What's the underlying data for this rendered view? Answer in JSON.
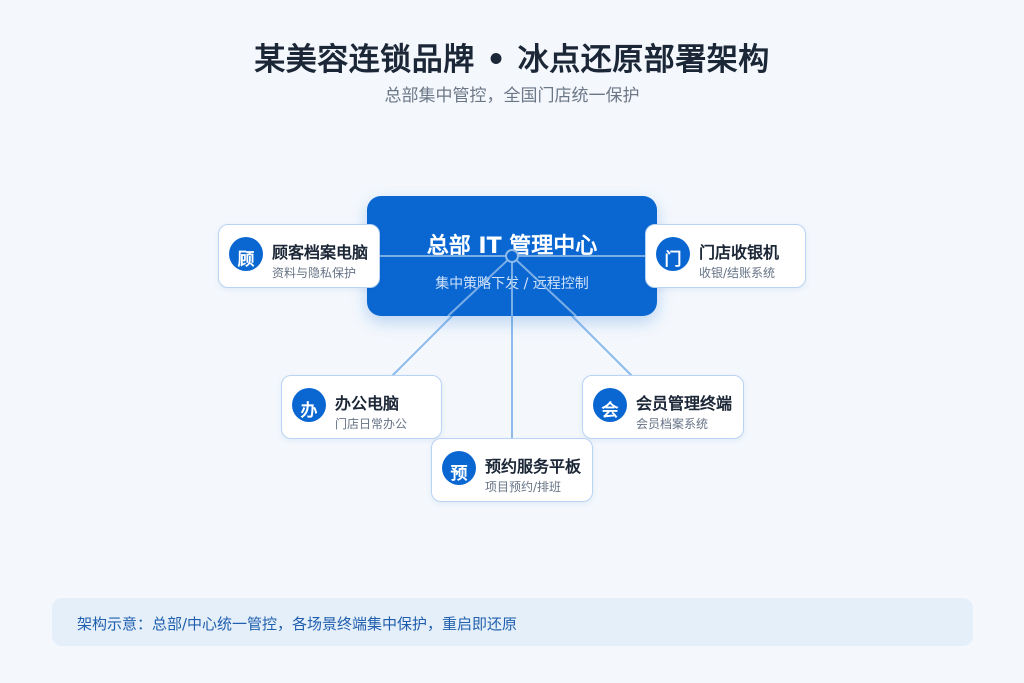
{
  "header": {
    "title": "某美容连锁品牌 • 冰点还原部署架构",
    "subtitle": "总部集中管控，全国门店统一保护"
  },
  "hub": {
    "title": "总部 IT 管理中心",
    "subtitle": "集中策略下发 / 远程控制"
  },
  "nodes": [
    {
      "icon_char": "顾",
      "name": "顾客档案电脑",
      "desc": "资料与隐私保护"
    },
    {
      "icon_char": "门",
      "name": "门店收银机",
      "desc": "收银/结账系统"
    },
    {
      "icon_char": "办",
      "name": "办公电脑",
      "desc": "门店日常办公"
    },
    {
      "icon_char": "会",
      "name": "会员管理终端",
      "desc": "会员档案系统"
    },
    {
      "icon_char": "预",
      "name": "预约服务平板",
      "desc": "项目预约/排班"
    }
  ],
  "footer": {
    "note": "架构示意：总部/中心统一管控，各场景终端集中保护，重启即还原"
  },
  "colors": {
    "accent": "#0a67d2",
    "link": "#8fbbea",
    "background": "#f4f8fd"
  }
}
